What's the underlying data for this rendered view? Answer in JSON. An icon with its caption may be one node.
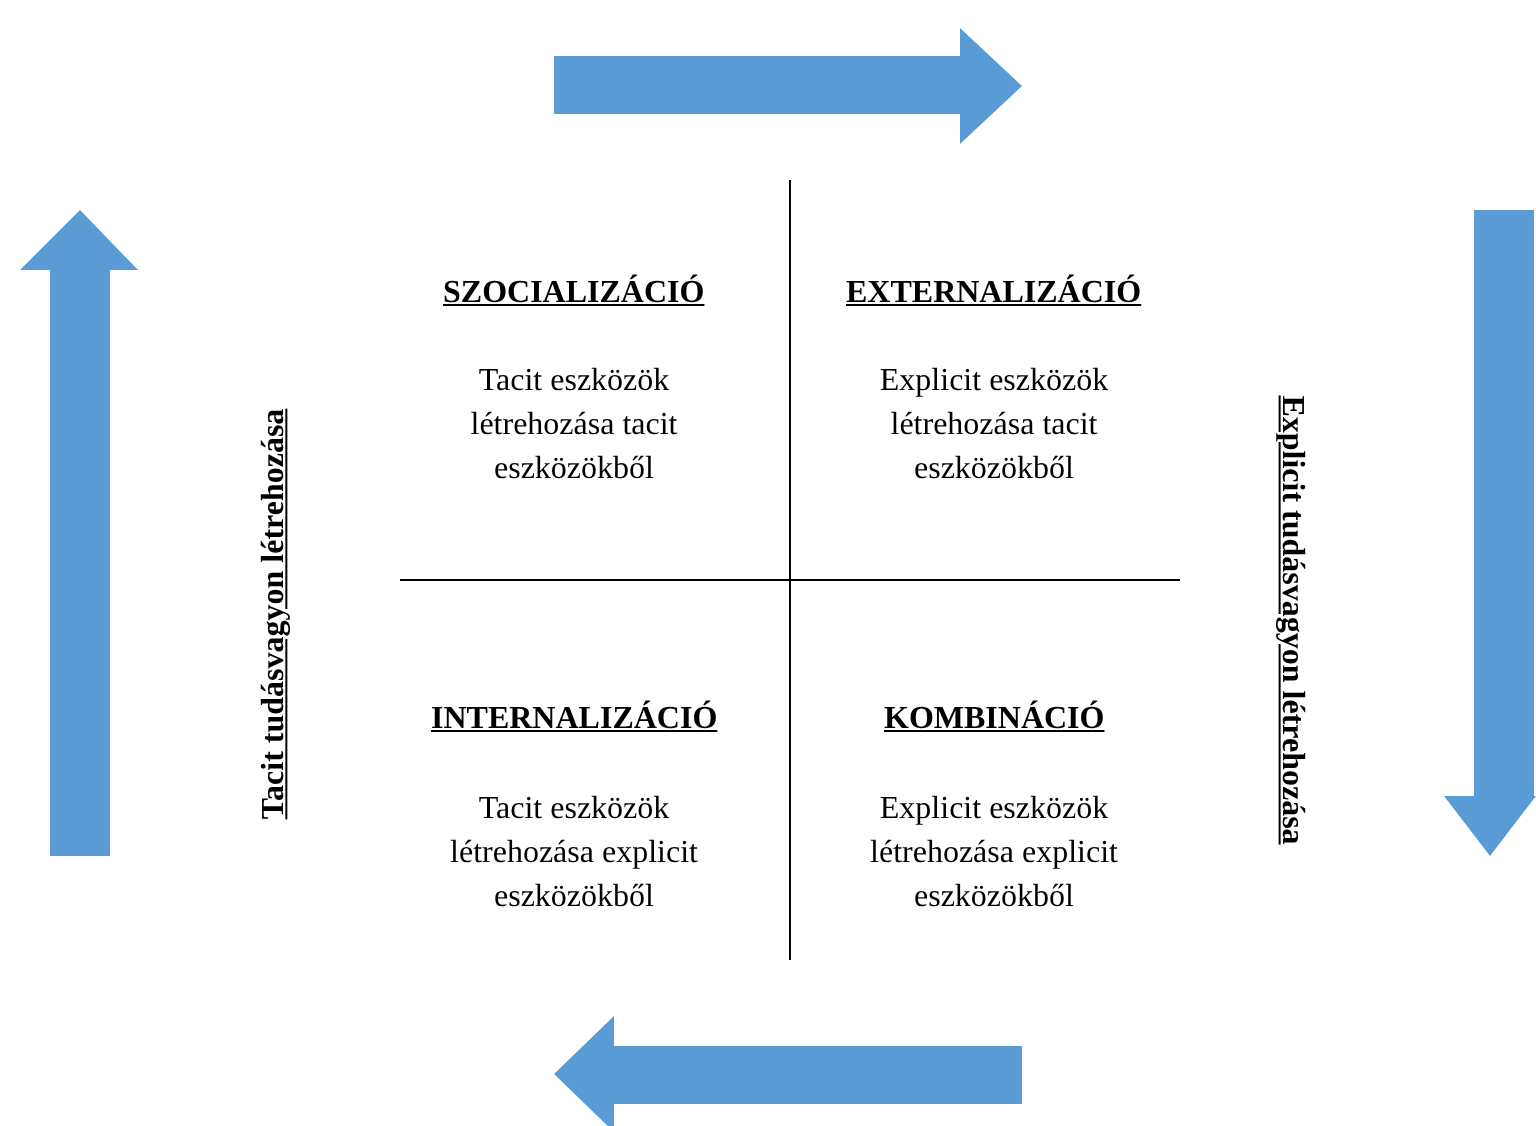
{
  "diagram": {
    "labels": [
      "Tacit tudásvagyon létrehozása",
      "SZOCIALIZÁCIÓ",
      "Tacit eszközök létrehozása tacit eszközökből",
      "EXTERNALIZÁCIÓ",
      "Explicit eszközök létrehozása tacit eszközökből",
      "Explicit tudásvagyon létrehozása",
      "INTERNALIZÁCIÓ",
      "Tacit eszközök létrehozása explicit eszközökből",
      "KOMBINÁCIÓ",
      "Explicit eszközök létrehozása explicit eszközökből"
    ]
  }
}
